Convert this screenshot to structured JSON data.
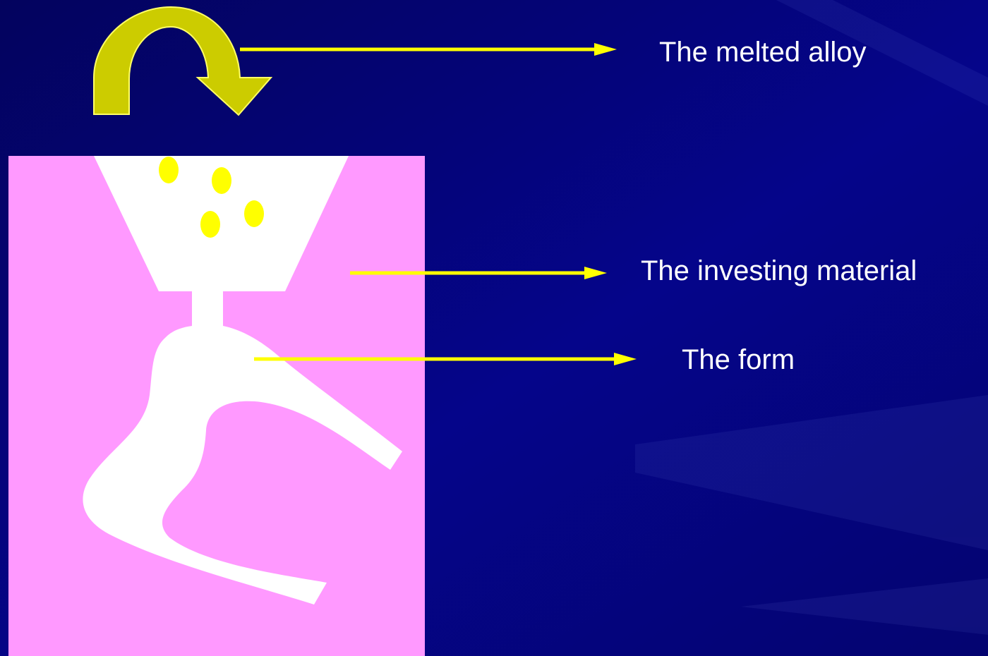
{
  "labels": {
    "melted_alloy": "The melted alloy",
    "investing_material": "The investing material",
    "form": "The form"
  },
  "colors": {
    "background": "#04047a",
    "investment": "#ff99ff",
    "form": "#ffffff",
    "alloy": "#ffff00",
    "curved_arrow": "#cccc00",
    "leader_line": "#ffff00",
    "label_text": "#ffffff"
  },
  "icons": {
    "pour_arrow": "curved-arrow-icon",
    "pointer": "arrow-right-icon"
  }
}
